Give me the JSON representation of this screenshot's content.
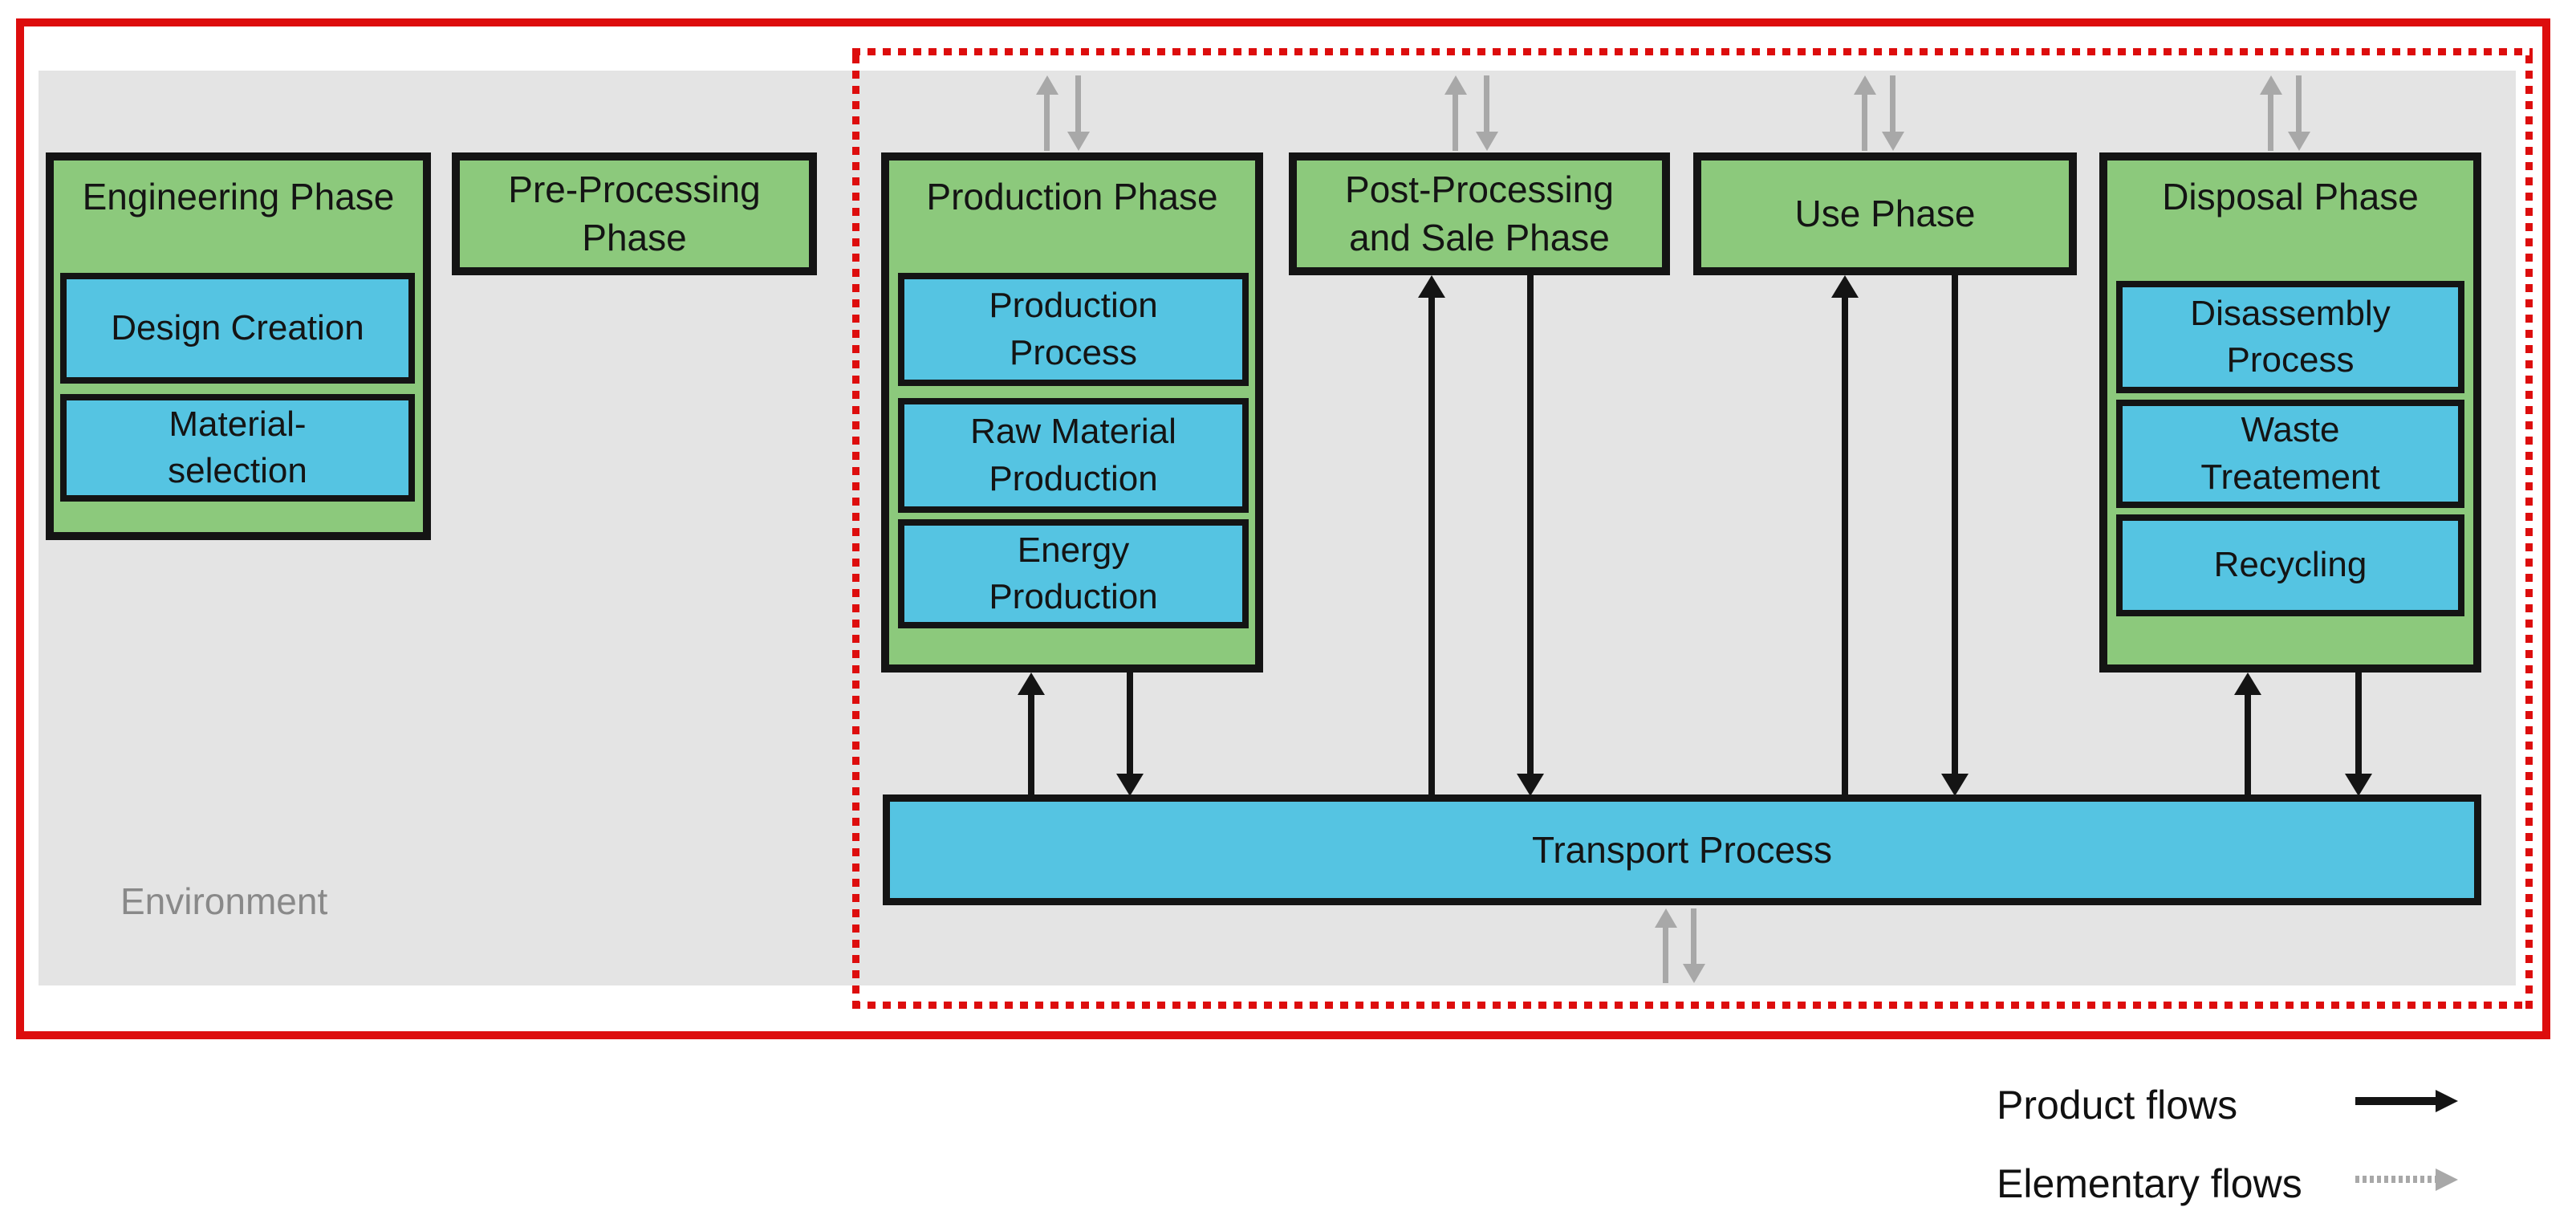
{
  "diagram": {
    "environment": {
      "label": "Environment"
    },
    "phases": {
      "engineering": {
        "title": "Engineering Phase",
        "sub": {
          "design": "Design Creation",
          "material": "Material-\nselection"
        }
      },
      "pre_processing": {
        "title": "Pre-Processing\nPhase"
      },
      "production": {
        "title": "Production Phase",
        "sub": {
          "production_process": "Production\nProcess",
          "raw_material": "Raw Material\nProduction",
          "energy": "Energy\nProduction"
        }
      },
      "post_processing": {
        "title": "Post-Processing\nand Sale Phase"
      },
      "use": {
        "title": "Use Phase"
      },
      "disposal": {
        "title": "Disposal Phase",
        "sub": {
          "disassembly": "Disassembly\nProcess",
          "waste": "Waste\nTreatement",
          "recycling": "Recycling"
        }
      }
    },
    "transport": {
      "label": "Transport Process"
    },
    "legend": {
      "product": "Product flows",
      "elementary": "Elementary flows"
    },
    "colors": {
      "phase_green": "#8cc97c",
      "process_blue": "#55c4e2",
      "boundary_red": "#dd0d0d",
      "product_flow_black": "#141414",
      "elementary_flow_gray": "#a8a8a8",
      "environment_gray": "#e4e4e4"
    }
  }
}
